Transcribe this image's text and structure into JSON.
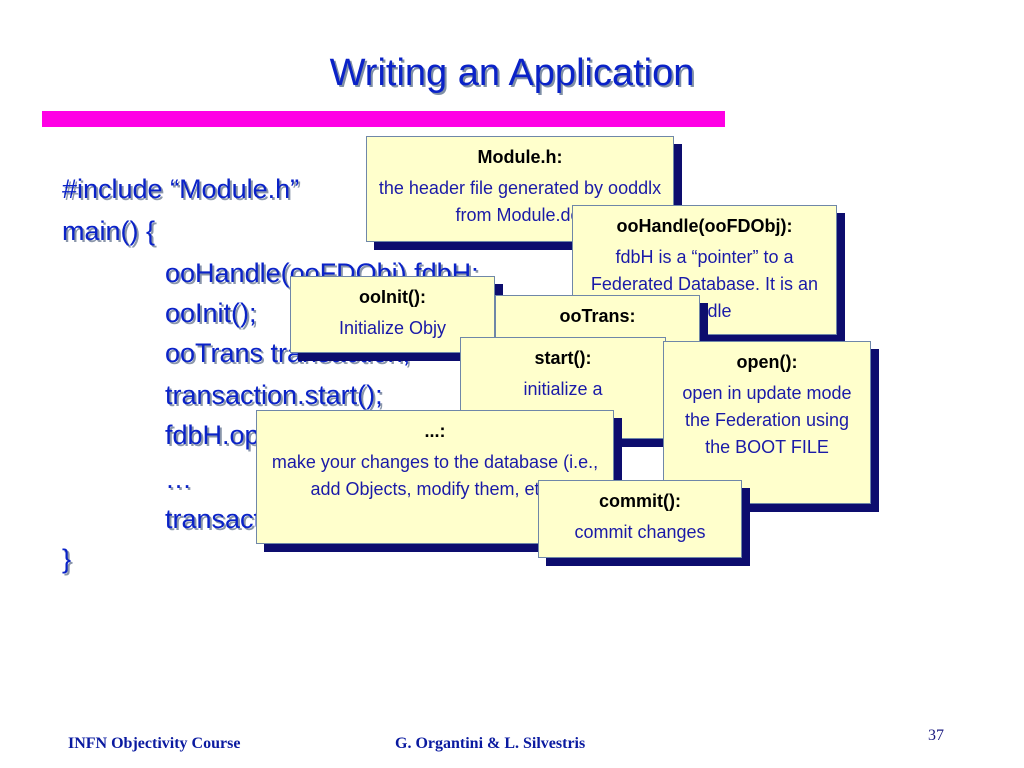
{
  "title": "Writing an Application",
  "code": {
    "line1": "#include “Module.h”",
    "line2": "main() {",
    "line3": "ooHandle(ooFDObj) fdbH;",
    "line4": "ooInit();",
    "line5": "ooTrans transaction;",
    "line6": "transaction.start();",
    "line7": "fdbH.open(\"Fed\", oocUpdate);",
    "line8": "…",
    "line9": "transaction.commit();",
    "line10": "}"
  },
  "callouts": {
    "module": {
      "heading": "Module.h:",
      "body": "the header file generated by ooddlx from Module.ddl"
    },
    "oohandle": {
      "heading": "ooHandle(ooFDObj):",
      "body": "fdbH is a “pointer” to a Federated Database. It is an handle"
    },
    "ooinit": {
      "heading": "ooInit():",
      "body": "Initialize Objy"
    },
    "ootrans": {
      "heading": "ooTrans:",
      "body": ""
    },
    "start": {
      "heading": "start():",
      "body": "initialize a"
    },
    "open": {
      "heading": "open():",
      "body": "open in update mode the Federation using the BOOT FILE"
    },
    "ellipsis": {
      "heading": "...:",
      "body": "make your changes to the database (i.e., add Objects, modify them, etc.)"
    },
    "commit": {
      "heading": "commit():",
      "body": "commit changes"
    }
  },
  "footer": {
    "left": "INFN Objectivity Course",
    "center": "G. Organtini & L. Silvestris",
    "page": "37"
  }
}
